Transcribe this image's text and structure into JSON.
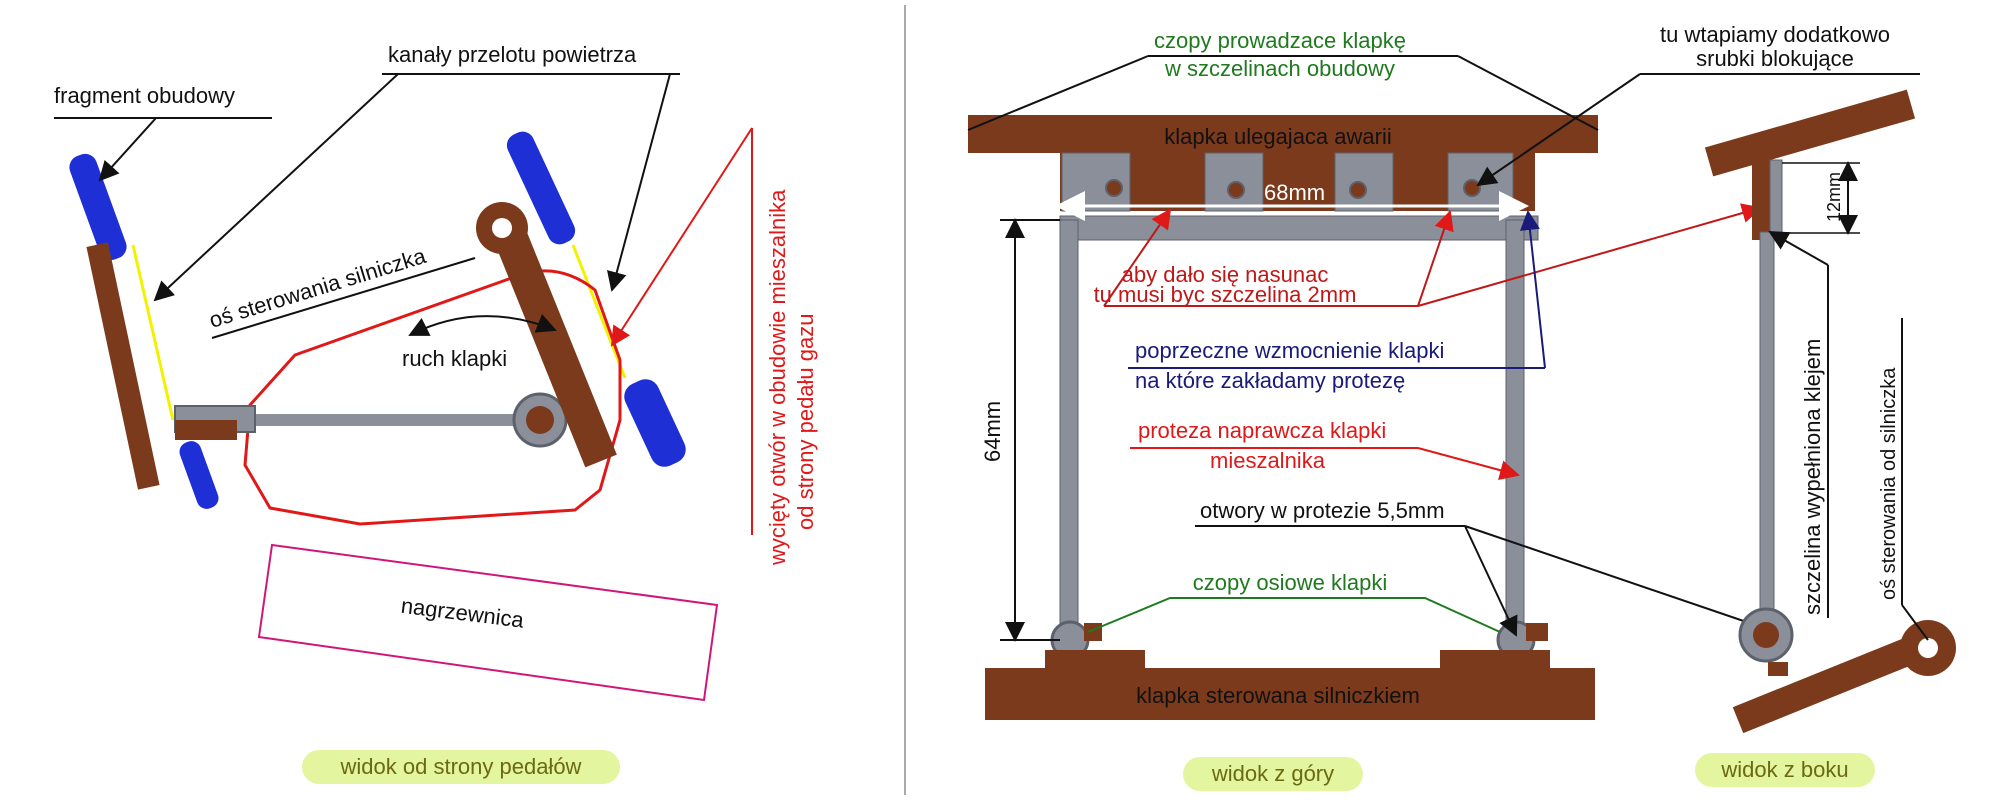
{
  "colors": {
    "wood": "#7b3a1c",
    "wood_dark": "#5e2a12",
    "metal": "#8a8f99",
    "metal_dark": "#5c616b",
    "blue": "#1f2fd6",
    "yellow": "#f2f200",
    "red": "#e01818",
    "magenta": "#d0167a",
    "green": "#1f7a1f",
    "navy": "#1a1a7a",
    "pill": "#e4f5a0"
  },
  "left_view": {
    "caption": "widok od strony pedałów",
    "label_housing_fragment": "fragment obudowy",
    "label_air_channels": "kanały przelotu powietrza",
    "label_motor_axis": "oś sterowania silniczka",
    "label_flap_motion": "ruch klapki",
    "label_cut_hole_line1": "wycięty otwór w obudowie mieszalnika",
    "label_cut_hole_line2": "od strony pedału gazu",
    "label_heater": "nagrzewnica"
  },
  "top_view": {
    "caption": "widok z góry",
    "label_guide_pins_line1": "czopy prowadzace klapkę",
    "label_guide_pins_line2": "w szczelinach obudowy",
    "label_failing_flap": "klapka ulegajaca awarii",
    "label_width": "68mm",
    "label_height": "64mm",
    "label_gap_line1": "aby dało się nasunac",
    "label_gap_line2": "tu musi byc szczelina 2mm",
    "label_reinforcement_line1": "poprzeczne wzmocnienie klapki",
    "label_reinforcement_line2": "na które zakładamy protezę",
    "label_prosthesis_line1": "proteza  naprawcza  klapki",
    "label_prosthesis_line2": "mieszalnika",
    "label_holes": "otwory w protezie 5,5mm",
    "label_axle_pins": "czopy osiowe klapki",
    "label_motor_flap": "klapka sterowana silniczkiem"
  },
  "side_view": {
    "caption": "widok z boku",
    "label_screws_line1": "tu  wtapiamy  dodatkowo",
    "label_screws_line2": "srubki  blokujące",
    "label_12mm": "12mm",
    "label_glue_gap": "szczelina wypełniona  klejem",
    "label_motor_axis": "oś sterowania od silniczka"
  }
}
